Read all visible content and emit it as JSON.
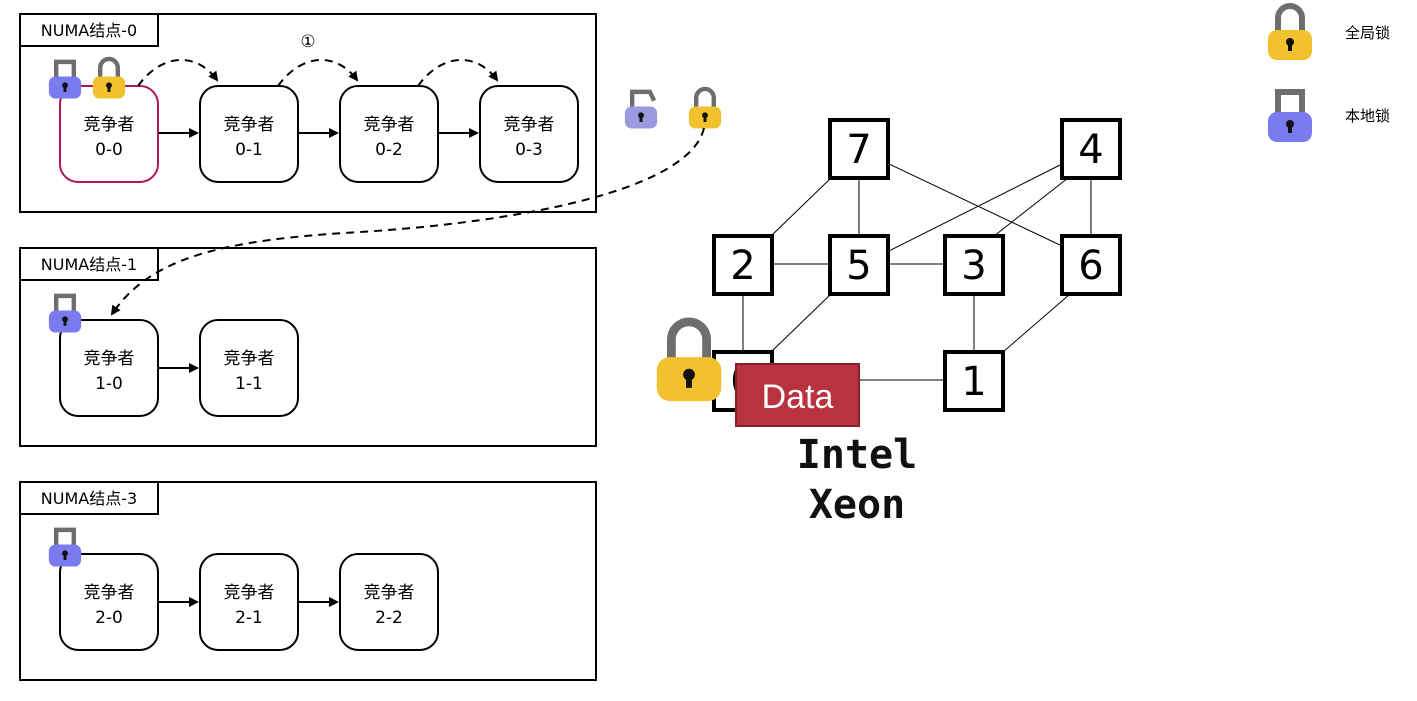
{
  "colors": {
    "global_lock": "#f2c12e",
    "local_lock": "#7b7bf0",
    "local_lock_released": "#9a9ae0",
    "shackle": "#6e6e6e",
    "active_border": "#b0185a",
    "data_fill": "#b8323f"
  },
  "numa_nodes": [
    {
      "tag": "NUMA结点-0",
      "competitors": [
        {
          "line1": "竞争者",
          "line2": "0-0"
        },
        {
          "line1": "竞争者",
          "line2": "0-1"
        },
        {
          "line1": "竞争者",
          "line2": "0-2"
        },
        {
          "line1": "竞争者",
          "line2": "0-3"
        }
      ]
    },
    {
      "tag": "NUMA结点-1",
      "competitors": [
        {
          "line1": "竞争者",
          "line2": "1-0"
        },
        {
          "line1": "竞争者",
          "line2": "1-1"
        }
      ]
    },
    {
      "tag": "NUMA结点-3",
      "competitors": [
        {
          "line1": "竞争者",
          "line2": "2-0"
        },
        {
          "line1": "竞争者",
          "line2": "2-1"
        },
        {
          "line1": "竞争者",
          "line2": "2-2"
        }
      ]
    }
  ],
  "handoff_marker": "①",
  "topology": {
    "nodes": [
      "7",
      "4",
      "2",
      "5",
      "3",
      "6",
      "1",
      "0"
    ],
    "data_label": "Data",
    "cpu_line1": "Intel",
    "cpu_line2": "Xeon"
  },
  "legend": {
    "global_lock": "全局锁",
    "local_lock": "本地锁"
  }
}
